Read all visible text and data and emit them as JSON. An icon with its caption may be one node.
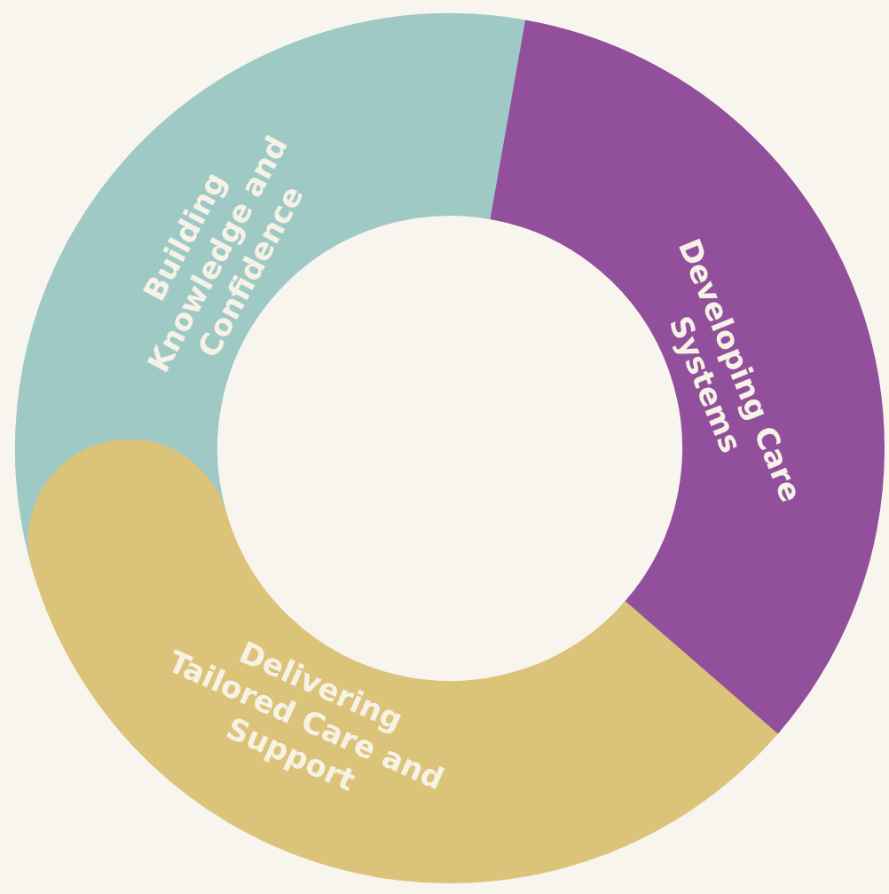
{
  "diagram": {
    "nodes": [
      {
        "text": [
          "Building Knowledge and Confidence"
        ]
      },
      {
        "text": [
          "Developing Care Systems"
        ]
      },
      {
        "text": [
          "Delivering Tailored Care and Support"
        ]
      }
    ]
  }
}
